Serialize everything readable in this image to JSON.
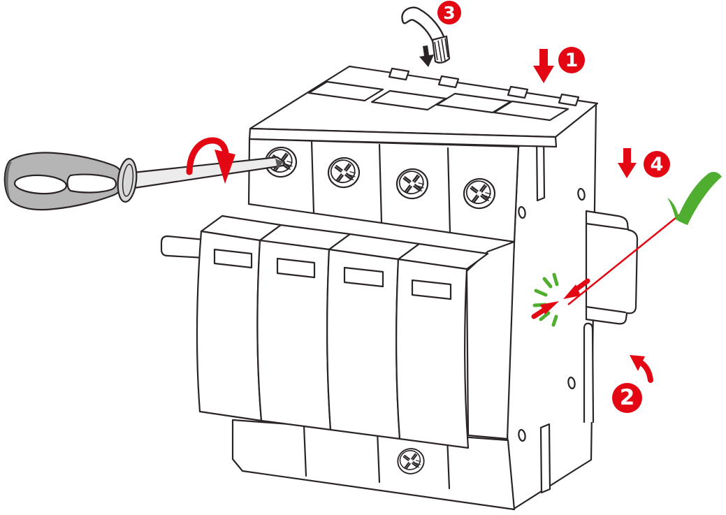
{
  "page": {
    "kind": "technical-installation-illustration",
    "background": "#ffffff"
  },
  "diagram": {
    "subject": "4-pole-surge-protector-din-rail-mounting",
    "annotation_colors": {
      "step_red": "#e30613",
      "success_green": "#4fae30",
      "line_art": "#2b2426",
      "tool_gray": "#b5b5b5"
    },
    "steps": [
      {
        "number": "1",
        "marker": "red-circle-badge",
        "icon": "down-arrow",
        "position": "top-right"
      },
      {
        "number": "2",
        "marker": "red-circle-badge",
        "icon": "curved-rotate-arrow",
        "position": "lower-right"
      },
      {
        "number": "3",
        "marker": "red-circle-badge",
        "icon": "cable-lug-with-down-arrow",
        "position": "top-center"
      },
      {
        "number": "4",
        "marker": "red-circle-badge",
        "icon": "down-arrow",
        "position": "middle-right"
      }
    ],
    "result_icons": {
      "checkmark": "green-checkmark",
      "snap_point": "snap-click-indicator",
      "pointer": "red-pointer-line"
    },
    "device_parts": [
      "terminal-block-with-4-screws",
      "4-protection-modules",
      "base-with-screw",
      "din-rail",
      "screwdriver"
    ]
  }
}
